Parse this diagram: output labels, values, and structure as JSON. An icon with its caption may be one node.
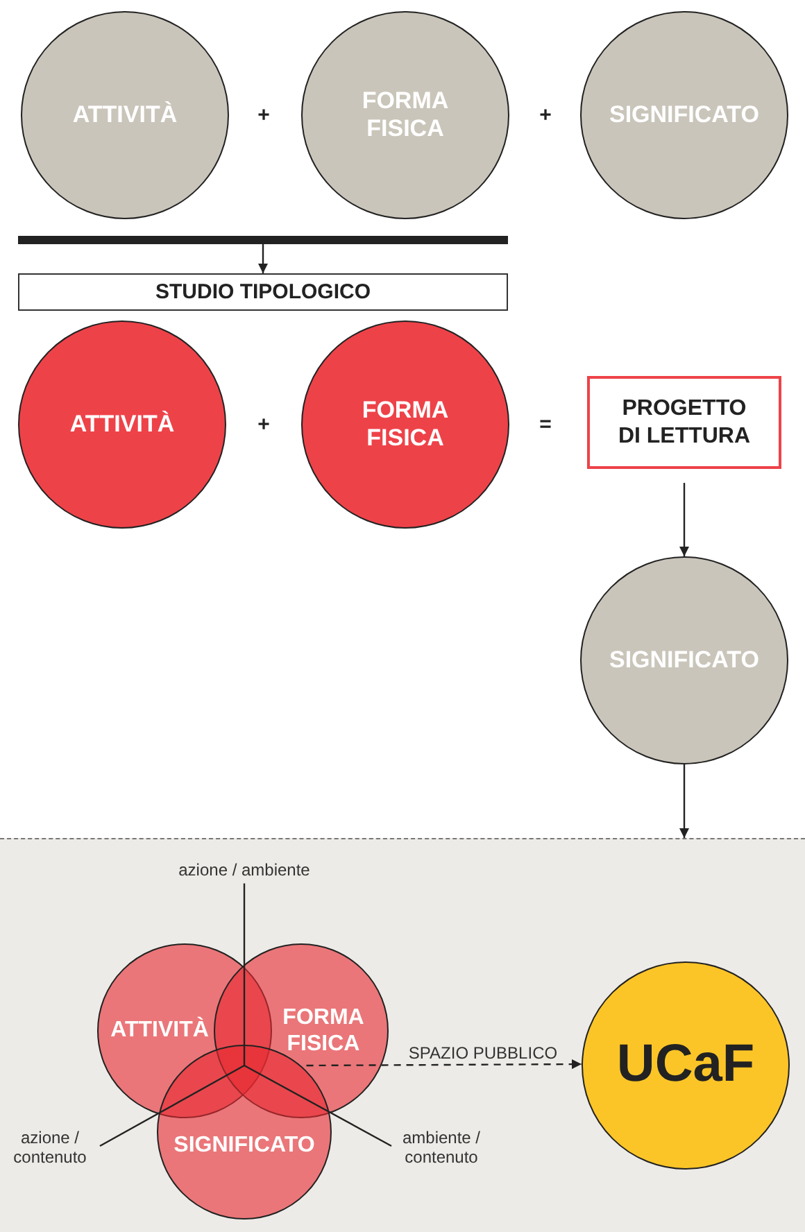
{
  "diagram": {
    "nodes": [
      {
        "text": [
          "ATTIVITÀ"
        ]
      },
      {
        "text": [
          "FORMA FISICA"
        ]
      },
      {
        "text": [
          "SIGNIFICATO"
        ]
      },
      {
        "text": [],
        "shape": "bar"
      },
      {
        "text": [
          "STUDIO TIPOLOGICO"
        ]
      },
      {
        "text": [
          "ATTIVITÀ"
        ]
      },
      {
        "text": [
          "FORMA FISICA"
        ]
      },
      {
        "text": [
          "PROGETTO DI LETTURA"
        ]
      },
      {
        "text": [
          "SIGNIFICATO"
        ]
      },
      {
        "text": [],
        "shape": "box"
      },
      {
        "text": [
          "azione / ambiente"
        ],
        "in": 9
      },
      {
        "text": [
          "ATTIVITÀ"
        ],
        "in": 9
      },
      {
        "text": [
          "FORMA FISICA"
        ],
        "in": 9
      },
      {
        "text": [
          "SIGNIFICATO"
        ],
        "in": 9
      },
      {
        "text": [
          "azione / contenuto"
        ],
        "in": 9
      },
      {
        "text": [
          "ambiente / contenuto"
        ],
        "in": 9
      },
      {
        "text": [
          "UCaF"
        ],
        "in": 9
      }
    ],
    "edges": [
      {
        "from": 3,
        "to": 4,
        "arrow": "to"
      },
      {
        "from": 7,
        "to": 8,
        "arrow": "to"
      },
      {
        "from": 8,
        "to": 9,
        "arrow": "to"
      },
      {
        "from": 12,
        "to": 16,
        "arrow": "to",
        "label": "SPAZIO PUBBLICO",
        "style": "dashed"
      },
      {
        "from": 10,
        "to": 11,
        "arrow": "none"
      },
      {
        "from": 14,
        "to": 11,
        "arrow": "none"
      },
      {
        "from": 15,
        "to": 11,
        "arrow": "none"
      }
    ],
    "labels": [
      "+",
      "+",
      "+",
      "="
    ]
  }
}
